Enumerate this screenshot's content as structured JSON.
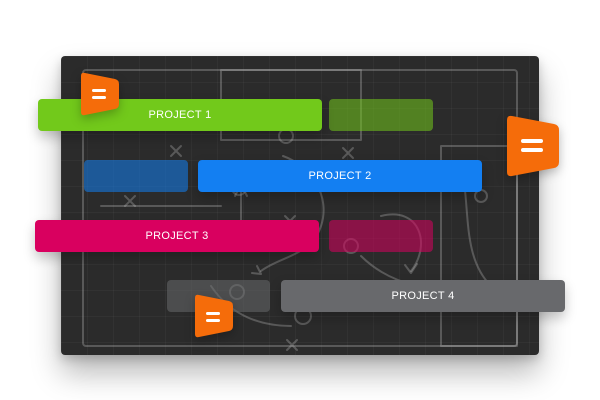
{
  "colors": {
    "board": "#2b2b2b",
    "green": "#72c91b",
    "blue": "#137ff2",
    "magenta": "#d9005f",
    "gray": "#68696c",
    "marker": "#f56c0a"
  },
  "marker_icon": "equals-handle-icon",
  "projects": [
    {
      "label": "PROJECT 1"
    },
    {
      "label": "PROJECT 2"
    },
    {
      "label": "PROJECT 3"
    },
    {
      "label": "PROJECT 4"
    }
  ]
}
